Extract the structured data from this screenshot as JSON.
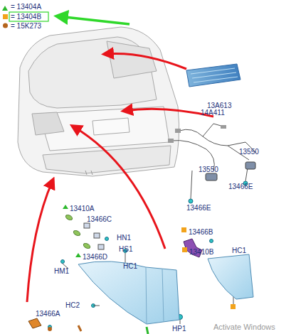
{
  "diagram": {
    "labels": [
      "13A613",
      "14A411",
      "13550",
      "13550",
      "13466E",
      "13466E",
      "13410A",
      "13466C",
      "HN1",
      "HS1",
      "HM1",
      "13466D",
      "HC1",
      "HP1",
      "13466B",
      "13410B",
      "HC1",
      "HC2",
      "13466A",
      "Activate Windows"
    ],
    "legend": [
      {
        "text": "= 13404A"
      },
      {
        "text": "= 13404B"
      },
      {
        "text": "= 15K273"
      }
    ]
  }
}
